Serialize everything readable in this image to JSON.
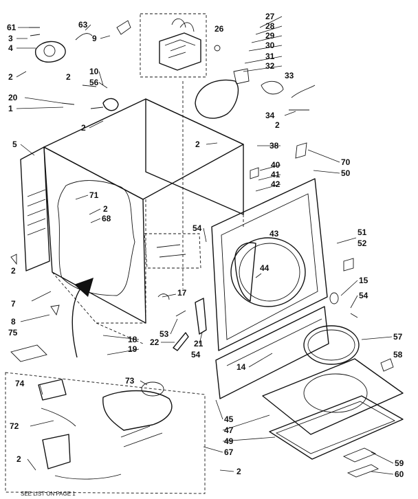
{
  "callouts": [
    {
      "id": "c61",
      "text": "61"
    },
    {
      "id": "c63",
      "text": "63"
    },
    {
      "id": "c3",
      "text": "3"
    },
    {
      "id": "c4",
      "text": "4"
    },
    {
      "id": "c9",
      "text": "9"
    },
    {
      "id": "c2a",
      "text": "2"
    },
    {
      "id": "c10",
      "text": "10"
    },
    {
      "id": "c56",
      "text": "56"
    },
    {
      "id": "c2b",
      "text": "2"
    },
    {
      "id": "c20",
      "text": "20"
    },
    {
      "id": "c1",
      "text": "1"
    },
    {
      "id": "c2c",
      "text": "2"
    },
    {
      "id": "c5",
      "text": "5"
    },
    {
      "id": "c27",
      "text": "27"
    },
    {
      "id": "c28",
      "text": "28"
    },
    {
      "id": "c29",
      "text": "29"
    },
    {
      "id": "c30",
      "text": "30"
    },
    {
      "id": "c26",
      "text": "26"
    },
    {
      "id": "c31",
      "text": "31"
    },
    {
      "id": "c32",
      "text": "32"
    },
    {
      "id": "c33",
      "text": "33"
    },
    {
      "id": "c34",
      "text": "34"
    },
    {
      "id": "c2d",
      "text": "2"
    },
    {
      "id": "c2e",
      "text": "2"
    },
    {
      "id": "c38",
      "text": "38"
    },
    {
      "id": "c70",
      "text": "70"
    },
    {
      "id": "c50",
      "text": "50"
    },
    {
      "id": "c40",
      "text": "40"
    },
    {
      "id": "c41",
      "text": "41"
    },
    {
      "id": "c42",
      "text": "42"
    },
    {
      "id": "c71",
      "text": "71"
    },
    {
      "id": "c2f",
      "text": "2"
    },
    {
      "id": "c68",
      "text": "68"
    },
    {
      "id": "c54a",
      "text": "54"
    },
    {
      "id": "c43",
      "text": "43"
    },
    {
      "id": "c51",
      "text": "51"
    },
    {
      "id": "c52",
      "text": "52"
    },
    {
      "id": "c44",
      "text": "44"
    },
    {
      "id": "c2g",
      "text": "2"
    },
    {
      "id": "c7",
      "text": "7"
    },
    {
      "id": "c15",
      "text": "15"
    },
    {
      "id": "c54b",
      "text": "54"
    },
    {
      "id": "c17",
      "text": "17"
    },
    {
      "id": "c8",
      "text": "8"
    },
    {
      "id": "c53",
      "text": "53"
    },
    {
      "id": "c75",
      "text": "75"
    },
    {
      "id": "c18",
      "text": "18"
    },
    {
      "id": "c22",
      "text": "22"
    },
    {
      "id": "c21",
      "text": "21"
    },
    {
      "id": "c19",
      "text": "19"
    },
    {
      "id": "c54c",
      "text": "54"
    },
    {
      "id": "c57",
      "text": "57"
    },
    {
      "id": "c14",
      "text": "14"
    },
    {
      "id": "c58",
      "text": "58"
    },
    {
      "id": "c74",
      "text": "74"
    },
    {
      "id": "c73",
      "text": "73"
    },
    {
      "id": "c72",
      "text": "72"
    },
    {
      "id": "c45",
      "text": "45"
    },
    {
      "id": "c47",
      "text": "47"
    },
    {
      "id": "c49",
      "text": "49"
    },
    {
      "id": "c67",
      "text": "67"
    },
    {
      "id": "c2h",
      "text": "2"
    },
    {
      "id": "c2i",
      "text": "2"
    },
    {
      "id": "c59",
      "text": "59"
    },
    {
      "id": "c60",
      "text": "60"
    }
  ],
  "footer": {
    "note": "SEE LIST ON PAGE 1"
  }
}
